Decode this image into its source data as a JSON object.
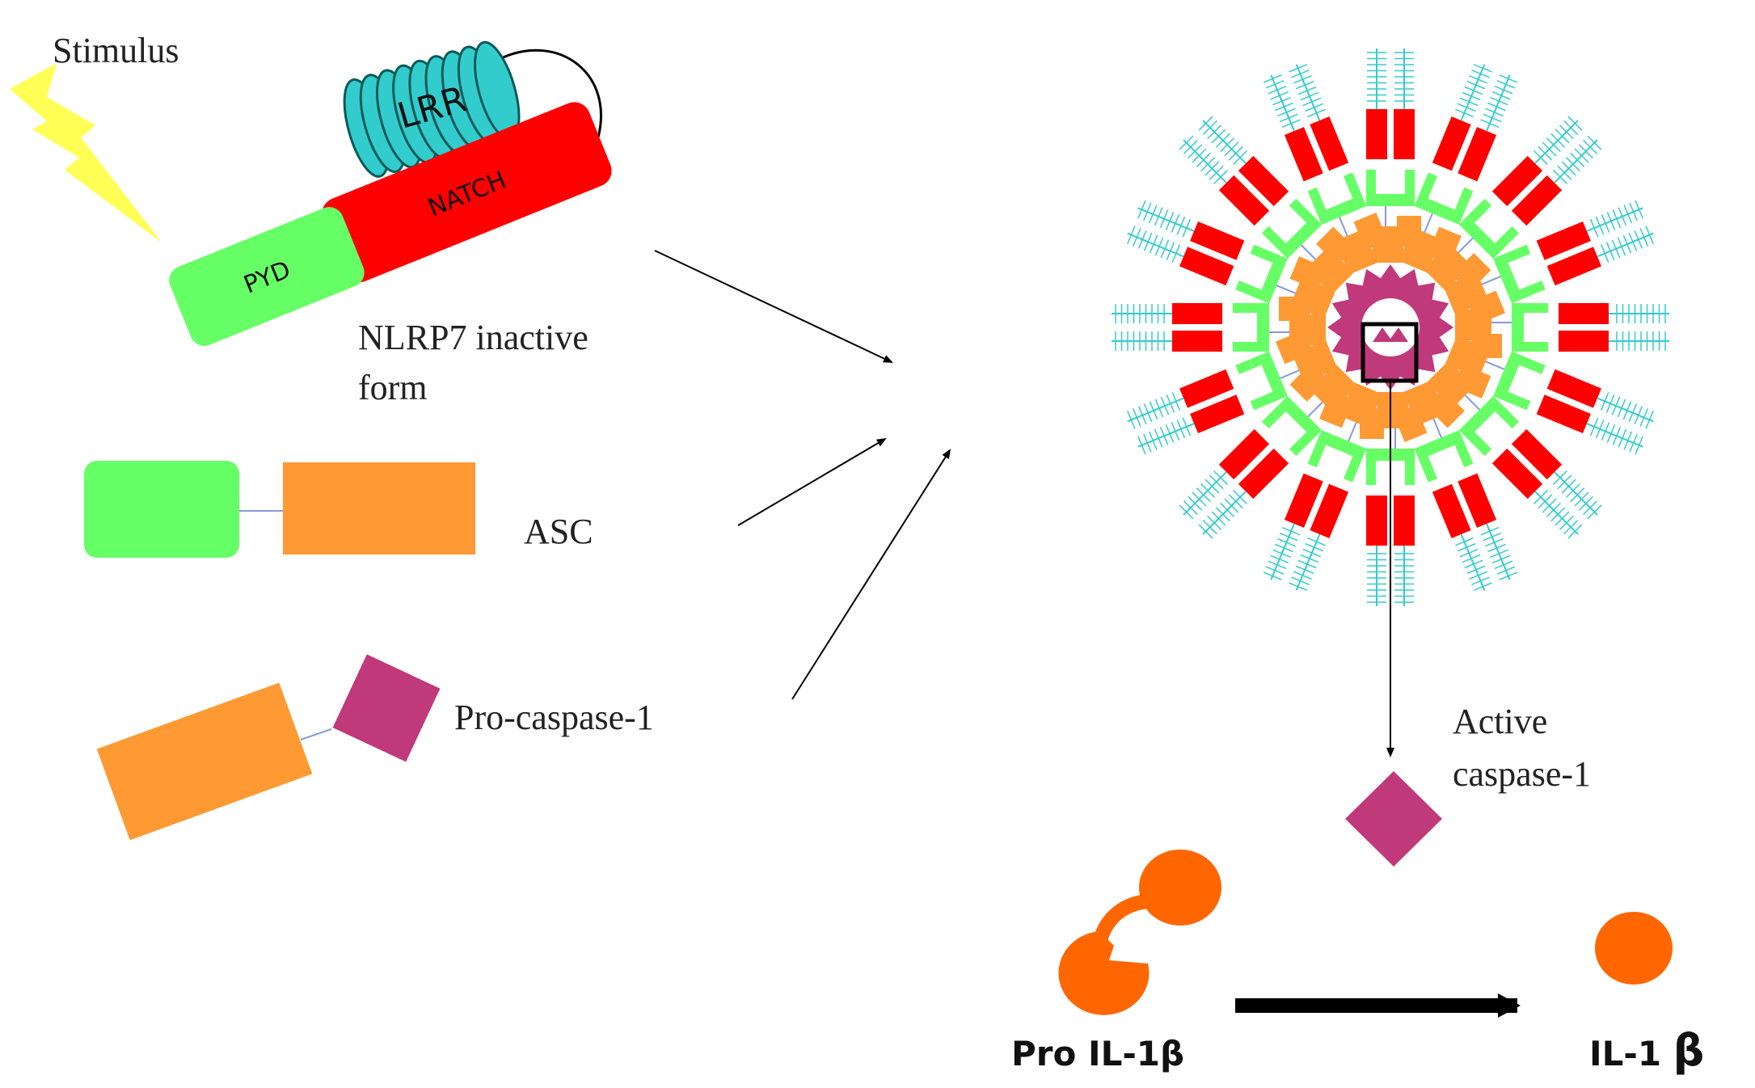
{
  "labels": {
    "stimulus": "Stimulus",
    "lrr": "LRR",
    "natch": "NATCH",
    "pyd": "PYD",
    "nlrp7_line1": "NLRP7  inactive",
    "nlrp7_line2": "form",
    "asc": "ASC",
    "procaspase": "Pro-caspase-1",
    "active_line1": "Active",
    "active_line2": "caspase-1",
    "pro_il": "Pro IL-1β",
    "il_prefix": "IL-1",
    "il_beta": "β"
  },
  "colors": {
    "stimulus_bolt": "#ffff55",
    "lrr": "#33cccc",
    "natch": "#ff0000",
    "pyd": "#66ff66",
    "card": "#ff9933",
    "caspase": "#c0397a",
    "il1b": "#ff6600",
    "arrow": "#000000"
  },
  "inflammasome": {
    "spokes": 16
  }
}
